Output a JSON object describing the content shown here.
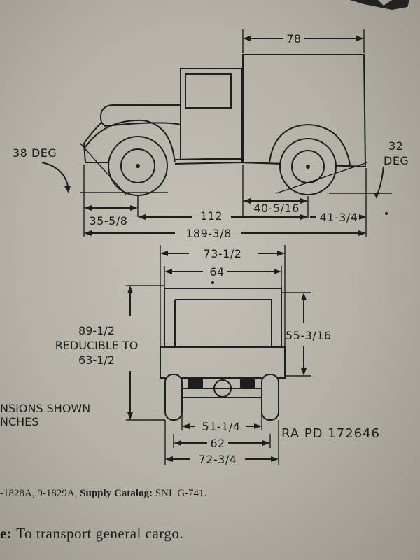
{
  "side_view": {
    "top_length": "78",
    "approach_angle": "38 DEG",
    "departure_angle_value": "32",
    "departure_angle_unit": "DEG",
    "front_overhang": "35-5/8",
    "wheelbase": "112",
    "rear_wheel_to_body": "40-5/16",
    "rear_overhang": "41-3/4",
    "overall_length": "189-3/8"
  },
  "rear_view": {
    "overall_width": "73-1/2",
    "body_width": "64",
    "height_line1": "89-1/2",
    "height_line2": "REDUCIBLE TO",
    "height_line3": "63-1/2",
    "cab_height": "55-3/16",
    "inner_track": "51-1/4",
    "track": "62",
    "outer_width": "72-3/4"
  },
  "notes": {
    "dimensions_line1": "NSIONS SHOWN",
    "dimensions_line2": "NCHES",
    "reference": "RA PD  172646"
  },
  "footer": {
    "catalog_prefix": "-1828A, 9-1829A, ",
    "catalog_label": "Supply Catalog:",
    "catalog_value": " SNL G-741.",
    "purpose_prefix": "e: ",
    "purpose_text": "To transport general cargo."
  }
}
